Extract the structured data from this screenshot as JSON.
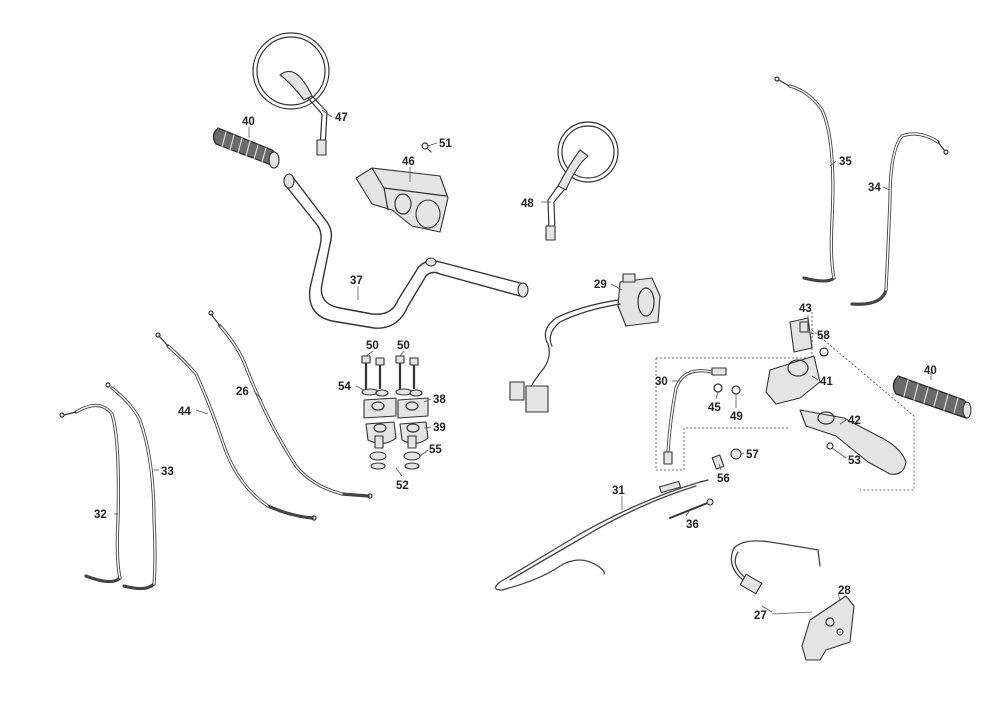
{
  "labels": {
    "p26": "26",
    "p27": "27",
    "p28": "28",
    "p29": "29",
    "p30": "30",
    "p31": "31",
    "p32": "32",
    "p33": "33",
    "p34": "34",
    "p35": "35",
    "p36": "36",
    "p37": "37",
    "p38": "38",
    "p39": "39",
    "p40a": "40",
    "p40b": "40",
    "p41": "41",
    "p42": "42",
    "p43": "43",
    "p44": "44",
    "p45": "45",
    "p46": "46",
    "p47": "47",
    "p48": "48",
    "p49": "49",
    "p50a": "50",
    "p50b": "50",
    "p51": "51",
    "p52": "52",
    "p53": "53",
    "p54": "54",
    "p55": "55",
    "p56": "56",
    "p57": "57",
    "p58": "58"
  }
}
